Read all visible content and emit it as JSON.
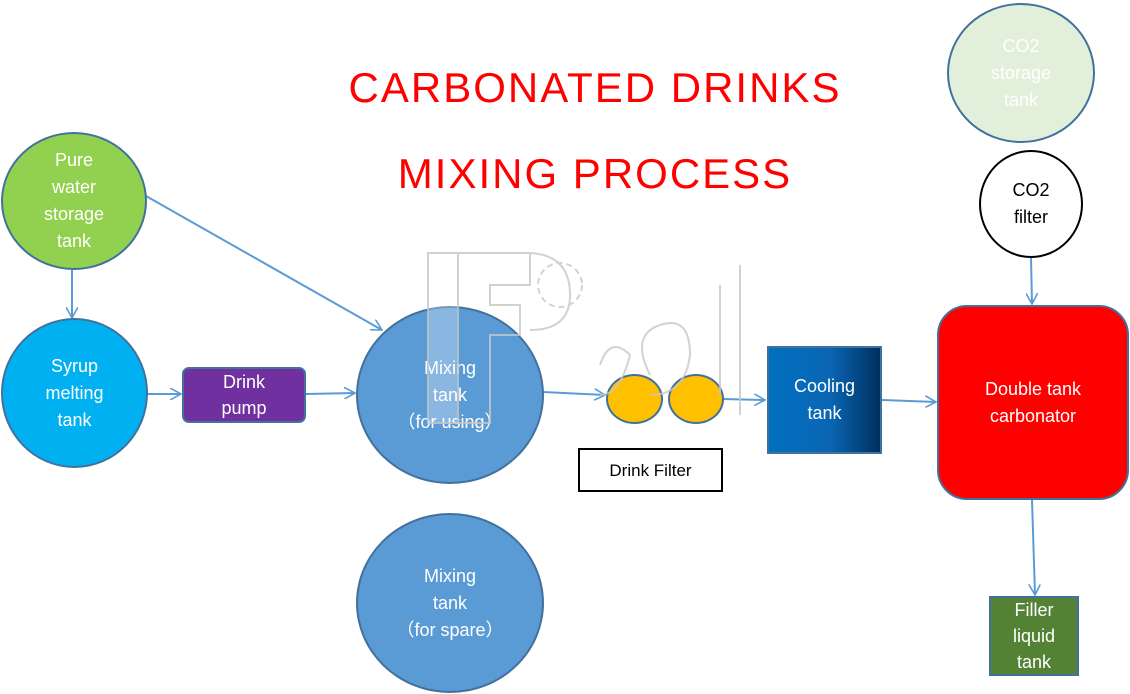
{
  "title": {
    "line1": "CARBONATED DRINKS",
    "line2": "MIXING PROCESS"
  },
  "nodes": {
    "pure_water": {
      "label": "Pure\nwater\nstorage\ntank",
      "color": "#92d050"
    },
    "syrup": {
      "label": "Syrup\nmelting\ntank",
      "color": "#00b0f0"
    },
    "pump": {
      "label": "Drink\npump",
      "color": "#7030a0"
    },
    "mixing_using": {
      "label": "Mixing\ntank\n（for using）",
      "color": "#5b9bd5"
    },
    "mixing_spare": {
      "label": "Mixing\ntank\n（for spare）",
      "color": "#5b9bd5"
    },
    "filter_label": {
      "label": "Drink Filter"
    },
    "filter_color": "#ffc000",
    "cooling": {
      "label": "Cooling\ntank",
      "color_start": "#0070c0",
      "color_end": "#002f5f"
    },
    "co2_storage": {
      "label": "CO2\nstorage\ntank",
      "color": "#e2efda"
    },
    "co2_filter": {
      "label": "CO2\nfilter"
    },
    "carbonator": {
      "label": "Double tank\ncarbonator",
      "color": "#ff0000"
    },
    "filler": {
      "label": "Filler\nliquid\ntank",
      "color": "#548235"
    }
  },
  "connector_color": "#5b9bd5",
  "edges": [
    [
      "pure_water",
      "syrup"
    ],
    [
      "pure_water",
      "mixing_using"
    ],
    [
      "syrup",
      "pump"
    ],
    [
      "pump",
      "mixing_using"
    ],
    [
      "mixing_using",
      "drink_filter"
    ],
    [
      "drink_filter",
      "cooling"
    ],
    [
      "cooling",
      "carbonator"
    ],
    [
      "co2_filter",
      "carbonator"
    ],
    [
      "carbonator",
      "filler"
    ]
  ]
}
